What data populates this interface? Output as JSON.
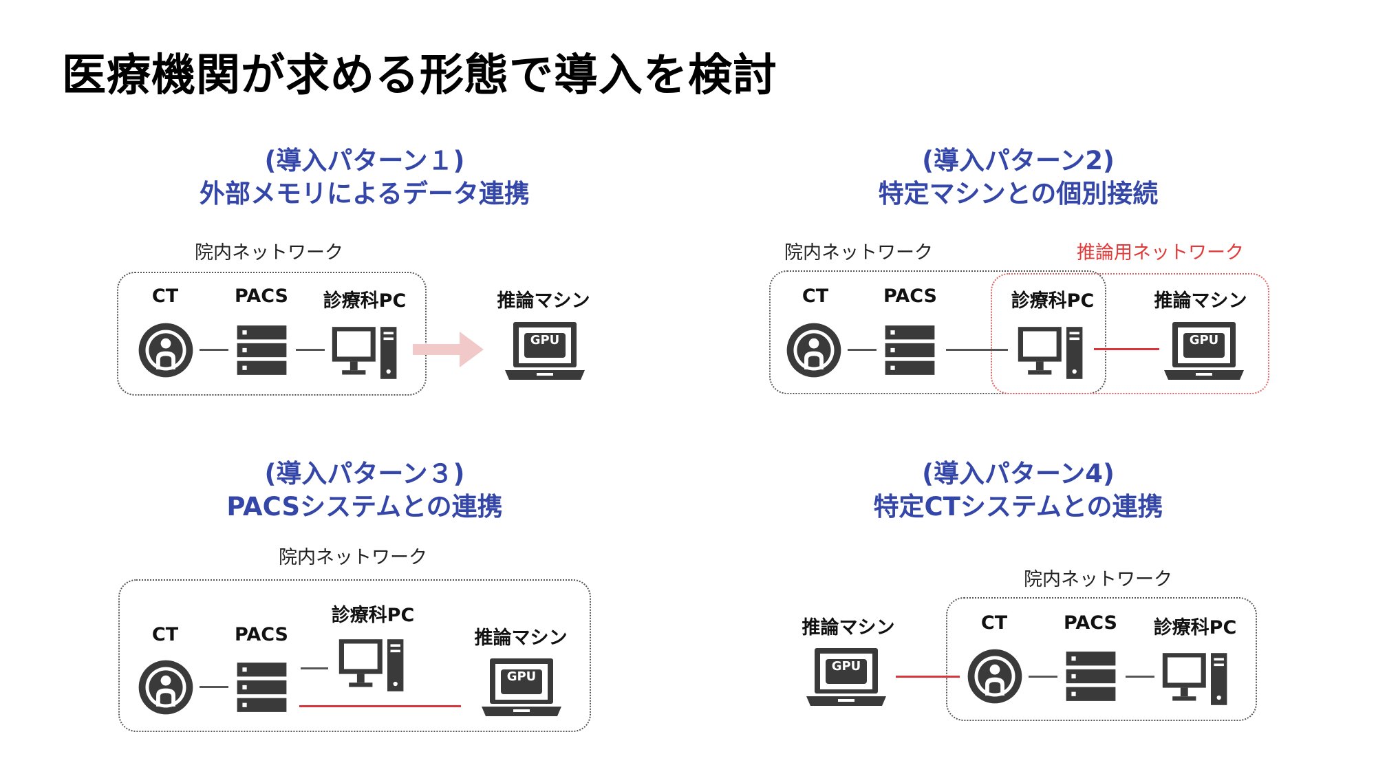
{
  "title": "医療機関が求める形態で導入を検討",
  "patterns": [
    {
      "heading": "(導入パターン１)",
      "subtitle": "外部メモリによるデータ連携"
    },
    {
      "heading": "(導入パターン2)",
      "subtitle": "特定マシンとの個別接続"
    },
    {
      "heading": "(導入パターン３)",
      "subtitle": "PACSシステムとの連携"
    },
    {
      "heading": "(導入パターン4)",
      "subtitle": "特定CTシステムとの連携"
    }
  ],
  "labels": {
    "network": "院内ネットワーク",
    "inference_network": "推論用ネットワーク",
    "ct": "CT",
    "pacs": "PACS",
    "pc": "診療科PC",
    "inference_machine": "推論マシン",
    "gpu": "GPU"
  },
  "colors": {
    "heading": "#3447a8",
    "icon": "#3a3a3a",
    "red_line": "#d9343a",
    "arrow": "#f2c9c9"
  }
}
